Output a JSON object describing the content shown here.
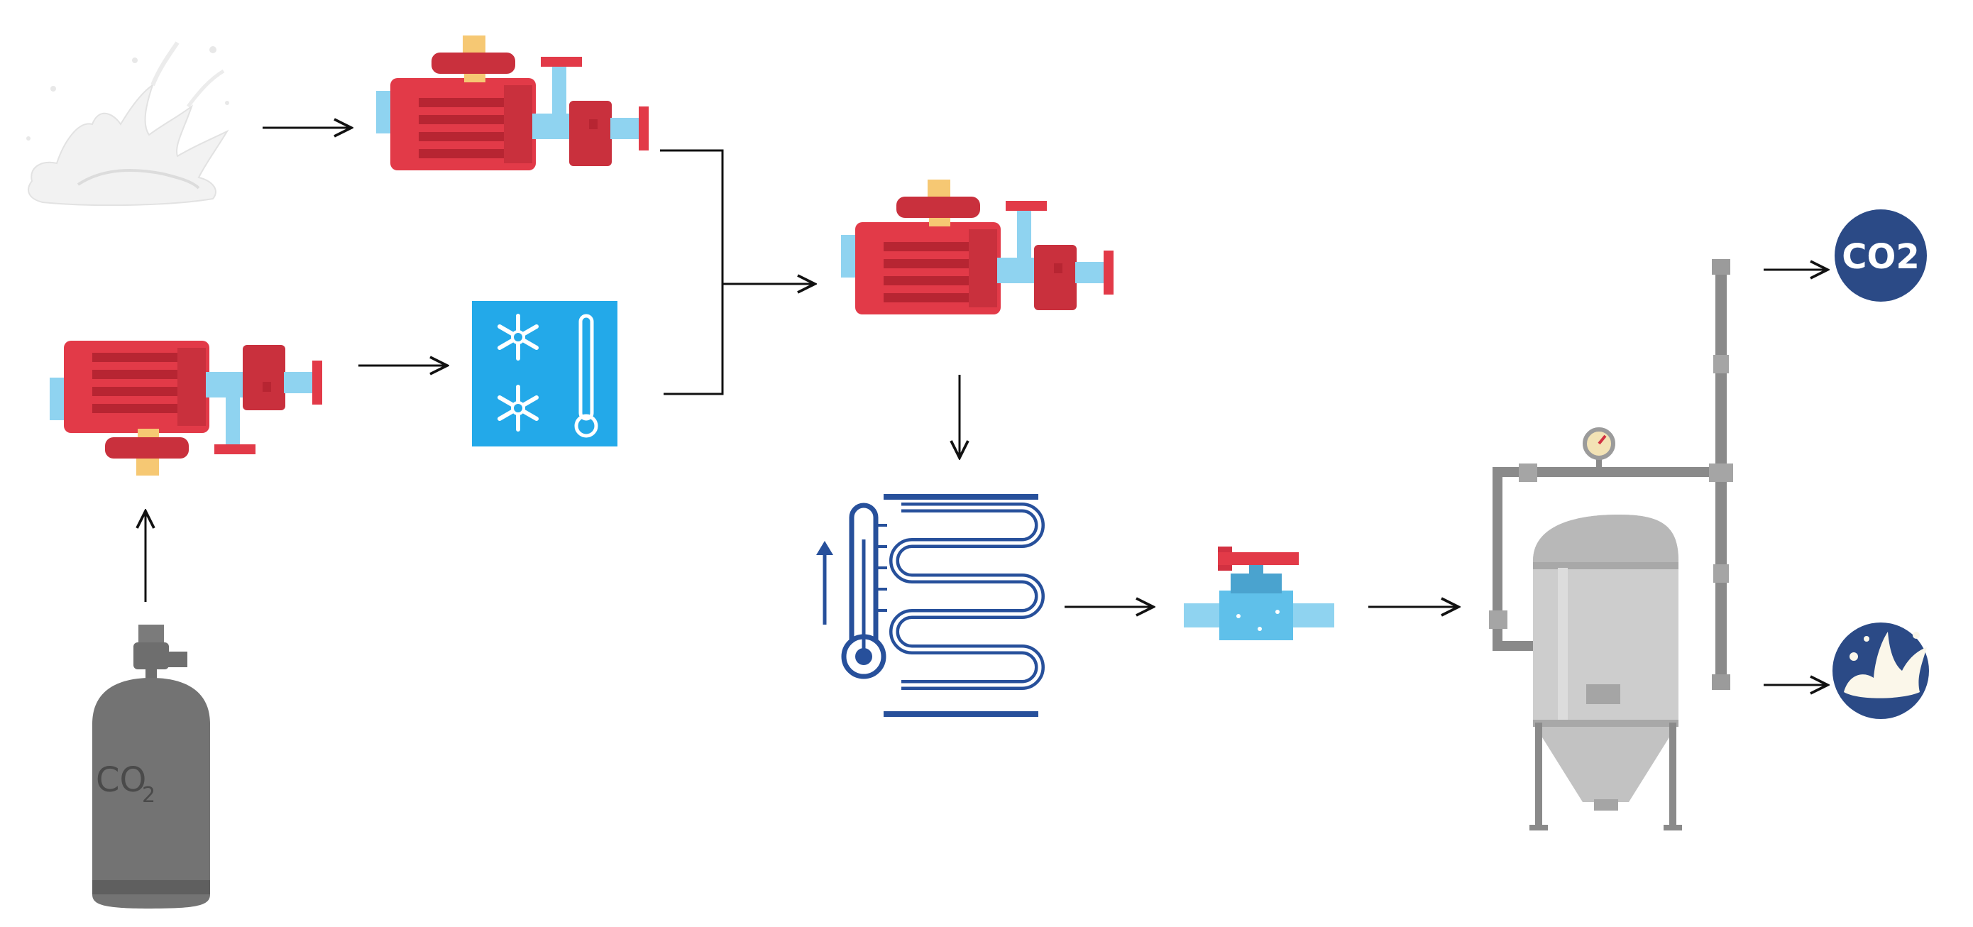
{
  "diagram": {
    "cylinder_label": "CO",
    "cylinder_label_sub": "2",
    "output_badge_label": "CO2"
  },
  "colors": {
    "pump_red": "#e23a48",
    "pump_dark_red": "#b72532",
    "pump_cap": "#f6c873",
    "pipe_blue": "#8fd3f0",
    "chiller_blue": "#23a9e9",
    "coil_blue": "#27509b",
    "valve_blue": "#5fc0ea",
    "tank_grey": "#c9c9c9",
    "pipe_grey": "#8a8a8a",
    "cylinder_grey": "#737373",
    "badge_navy": "#2b4a86",
    "arrow": "#111111"
  },
  "icons": {
    "milk_splash": "milk-splash-icon",
    "pump": "pump-icon",
    "chiller": "chiller-icon",
    "heat_exchanger": "heat-exchanger-icon",
    "valve": "valve-icon",
    "tank": "fermentation-tank-icon",
    "gas_cylinder": "co2-cylinder-icon",
    "co2_output": "co2-output-icon",
    "milk_output": "milk-output-icon"
  }
}
